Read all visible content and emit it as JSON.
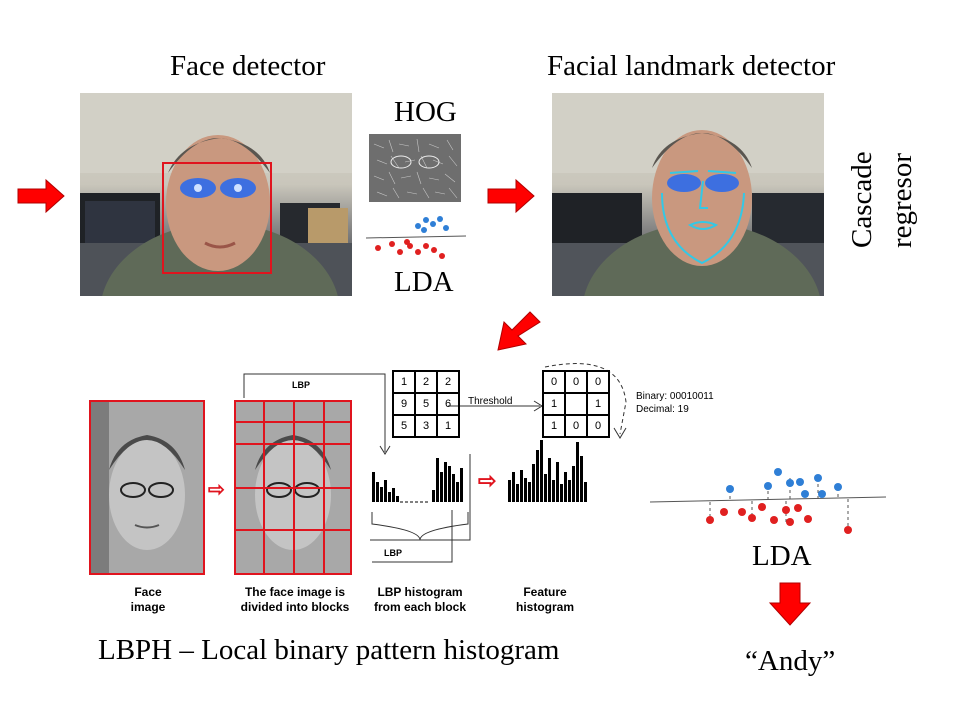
{
  "top": {
    "face_detector_label": "Face detector",
    "landmark_detector_label": "Facial landmark detector",
    "hog_label": "HOG",
    "lda_label_top": "LDA",
    "cascade_label_line1": "Cascade",
    "cascade_label_line2": "regresor"
  },
  "lbp": {
    "lbp_top_label": "LBP",
    "lbp_bottom_label": "LBP",
    "threshold_label": "Threshold",
    "grid_values": [
      "1",
      "2",
      "2",
      "9",
      "5",
      "6",
      "5",
      "3",
      "1"
    ],
    "binary_values": [
      "0",
      "0",
      "0",
      "1",
      "",
      "1",
      "1",
      "0",
      "0"
    ],
    "binary_text": "Binary: 00010011",
    "decimal_text": "Decimal: 19",
    "captions": {
      "face_image_1": "Face",
      "face_image_2": "image",
      "divided_1": "The face image is",
      "divided_2": "divided into blocks",
      "lbp_hist_1": "LBP histogram",
      "lbp_hist_2": "from each block",
      "feature_1": "Feature",
      "feature_2": "histogram"
    }
  },
  "bottom": {
    "lbph_title": "LBPH – Local binary pattern histogram",
    "lda_label_right": "LDA",
    "result_name": "“Andy”"
  },
  "colors": {
    "arrow_red": "#ff0000",
    "block_red": "#e0141e",
    "landmark_cyan": "#33c8e6",
    "dot_blue": "#2f7fd6",
    "dot_red": "#e02020"
  }
}
